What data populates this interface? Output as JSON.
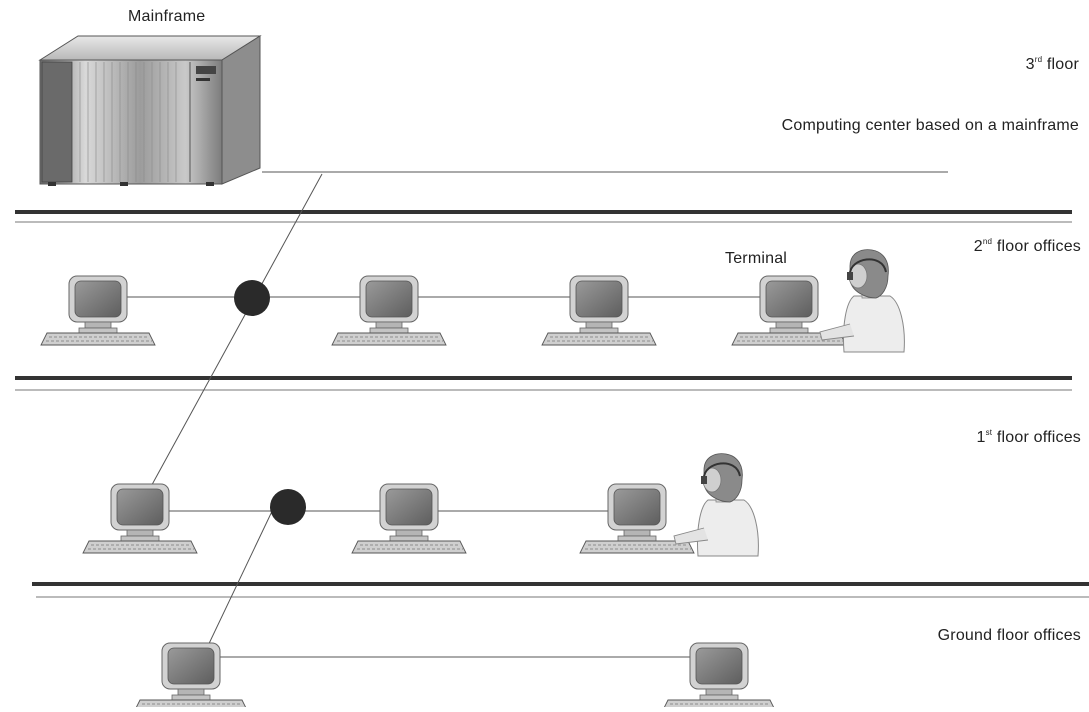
{
  "labels": {
    "mainframe": "Mainframe",
    "terminal": "Terminal",
    "computing_center": "Computing center based on a mainframe"
  },
  "floors": {
    "third": {
      "num": "3",
      "sup": "rd",
      "text": " floor"
    },
    "second": {
      "num": "2",
      "sup": "nd",
      "text": " floor offices"
    },
    "first": {
      "num": "1",
      "sup": "st",
      "text": " floor offices"
    },
    "ground": {
      "text": "Ground floor offices"
    }
  },
  "colors": {
    "line": "#555555",
    "floor_line": "#333333",
    "hub": "#2a2a2a",
    "terminal_frame": "#cfcfcf",
    "screen": "#7a7a7a"
  }
}
